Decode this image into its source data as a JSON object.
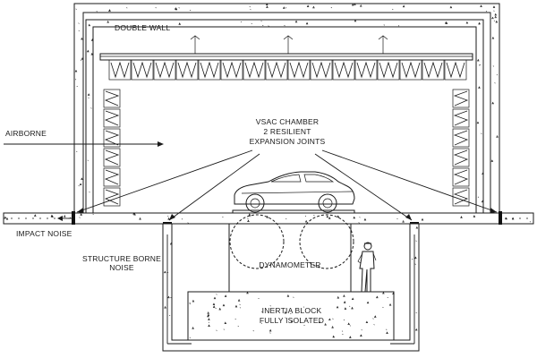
{
  "labels": {
    "double_wall": "DOUBLE WALL",
    "airborne": "AIRBORNE",
    "chamber_line1": "VSAC CHAMBER",
    "chamber_line2": "2 RESILIENT",
    "chamber_line3": "EXPANSION JOINTS",
    "impact_noise": "IMPACT NOISE",
    "structure_line1": "STRUCTURE BORNE",
    "structure_line2": "NOISE",
    "dynamometer": "DYNAMOMETER",
    "inertia_line1": "INERTIA BLOCK",
    "inertia_line2": "FULLY ISOLATED"
  },
  "icons": {
    "car": "car-icon",
    "person": "technician-icon",
    "absorber": "wedge-absorber-icon",
    "joint": "resilient-joint-icon"
  },
  "colors": {
    "line": "#1a1a1a",
    "background": "#ffffff"
  }
}
